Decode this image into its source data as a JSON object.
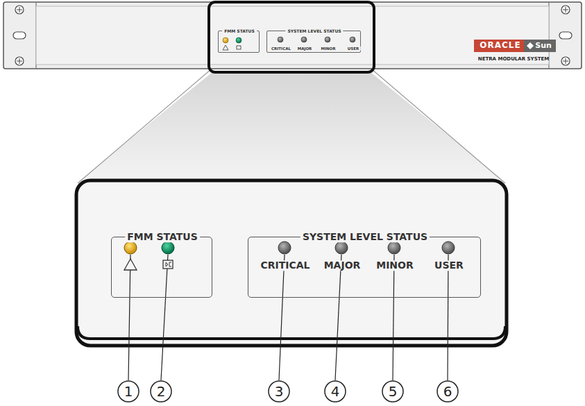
{
  "diagram": {
    "nodes": [
      {
        "text": [
          "FMM STATUS"
        ]
      },
      {
        "text": [
          "SYSTEM LEVEL STATUS",
          "CRITICAL",
          "MAJOR",
          "MINOR",
          "USER"
        ]
      },
      {
        "text": [
          "ORACLE"
        ]
      },
      {
        "text": [
          "Sun"
        ]
      },
      {
        "text": [
          "FMM STATUS"
        ]
      },
      {
        "text": [
          "SYSTEM LEVEL STATUS",
          "CRITICAL",
          "MAJOR",
          "MINOR",
          "USER"
        ]
      }
    ],
    "labels": [
      "NETRA MODULAR SYSTEM",
      "1",
      "2",
      "3",
      "4",
      "5",
      "6"
    ]
  }
}
